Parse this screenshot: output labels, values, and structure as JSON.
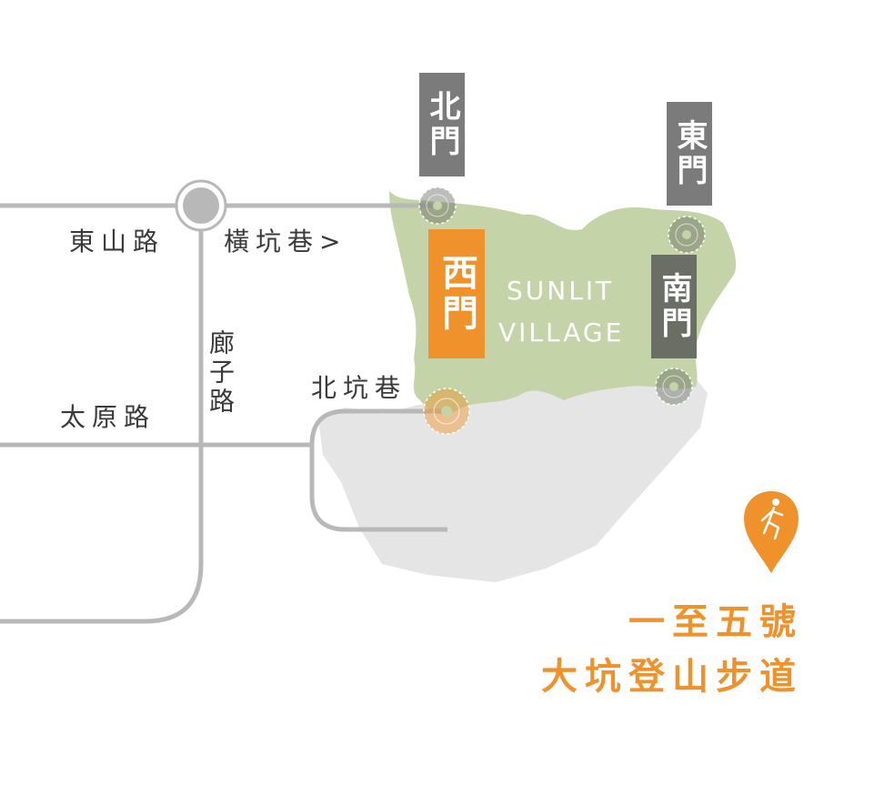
{
  "roads": {
    "dongshan_road": "東山路",
    "hengkeng_lane": "橫坑巷>",
    "langzi_road": "廊子路",
    "taiyuan_road": "太原路",
    "beikeng_lane": "北坑巷"
  },
  "gates": {
    "north": "北門",
    "east": "東門",
    "west": "西門",
    "south": "南門"
  },
  "village": {
    "line1": "SUNLIT",
    "line2": "VILLAGE"
  },
  "trail": {
    "line1": "一至五號",
    "line2": "大坑登山步道"
  },
  "colors": {
    "road": "#b8b8b8",
    "village_area": "#c4d3a8",
    "mountain_area": "#e5e5e5",
    "accent_orange": "#f0922b",
    "gate_gray": "#7b7b7b",
    "gate_dark": "#6b6e64"
  },
  "icons": {
    "trail_marker": "hiker-pin-icon",
    "junction": "roundabout-icon"
  }
}
